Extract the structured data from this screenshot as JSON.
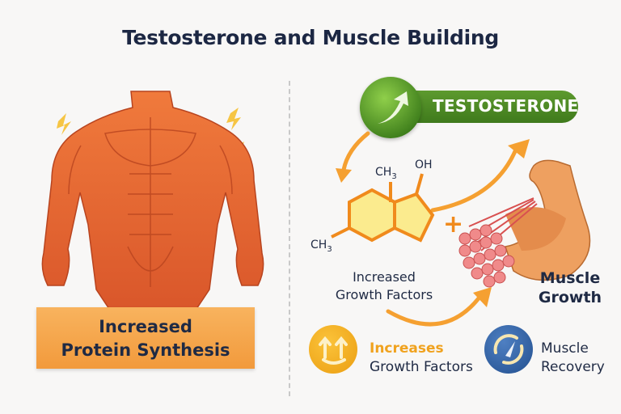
{
  "title": "Testosterone and Muscle Building",
  "left_panel": {
    "banner_line1": "Increased",
    "banner_line2": "Protein Synthesis"
  },
  "right_panel": {
    "hormone_label": "TESTOSTERONE",
    "molecule": {
      "ch3_top": "CH",
      "ch3_left": "CH",
      "subscript": "3",
      "oh": "OH"
    },
    "plus": "+",
    "growth_factors_line1": "Increased",
    "growth_factors_line2": "Growth Factors",
    "muscle_growth_line1": "Muscle",
    "muscle_growth_line2": "Growth"
  },
  "benefits": [
    {
      "icon": "up-arrows-icon",
      "line1": "Increases",
      "line2": "Growth Factors",
      "color": "#f0a21e"
    },
    {
      "icon": "recovery-gauge-icon",
      "line1": "Muscle",
      "line2": "Recovery",
      "color": "#2b5897"
    }
  ],
  "colors": {
    "navy": "#1f2a44",
    "orange": "#f5a031",
    "green": "#4a8724"
  }
}
